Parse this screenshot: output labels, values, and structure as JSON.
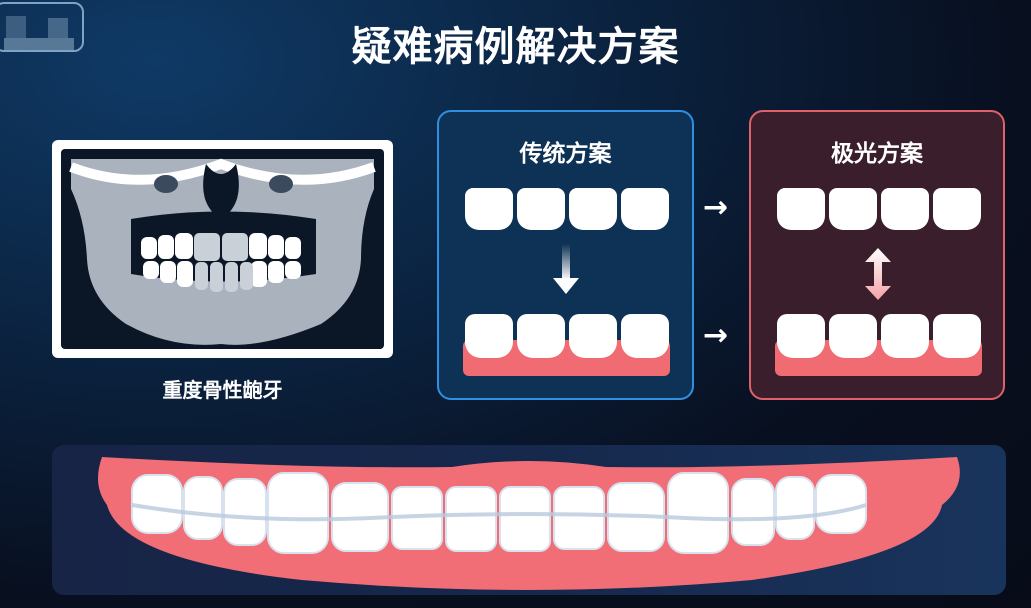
{
  "header": {
    "title": "疑难病例解决方案"
  },
  "xray": {
    "label": "重度骨性龅牙",
    "image_icon": "skull-xray-icon"
  },
  "panels": {
    "traditional": {
      "title": "传统方案",
      "border_color": "#2f8fe0",
      "arrow": "down-arrow-icon"
    },
    "aurora": {
      "title": "极光方案",
      "border_color": "#e0616a",
      "arrow": "up-down-arrow-icon"
    }
  },
  "connector_arrows": [
    "→",
    "→"
  ],
  "bottom_illustration": {
    "icon": "full-teeth-arch-with-aligner-icon"
  },
  "colors": {
    "background": "#0b2442",
    "gum": "#f06b72",
    "tooth": "#ffffff"
  }
}
